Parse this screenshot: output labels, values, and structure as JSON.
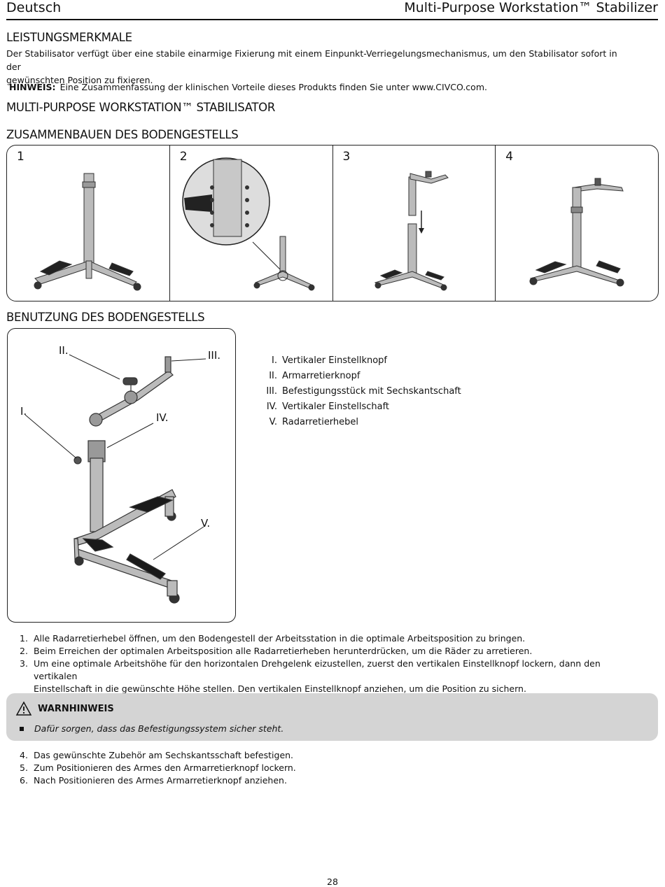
{
  "header": {
    "language": "Deutsch",
    "title": "Multi-Purpose Workstation™ Stabilizer"
  },
  "features": {
    "heading": "LEISTUNGSMERKMALE",
    "text_line1": "Der Stabilisator verfügt über eine stabile einarmige Fixierung mit einem Einpunkt-Verriegelungsmechanismus, um den Stabilisator sofort in der",
    "text_line2": "gewünschten Position zu fixieren.",
    "note_label": "HINWEIS:",
    "note_text": "Eine Zusammenfassung der klinischen Vorteile dieses Produkts finden Sie unter www.CIVCO.com."
  },
  "product_heading": "MULTI-PURPOSE WORKSTATION™ STABILISATOR",
  "assembly": {
    "heading": "ZUSAMMENBAUEN DES BODENGESTELLS",
    "steps": [
      "1",
      "2",
      "3",
      "4"
    ]
  },
  "usage": {
    "heading": "BENUTZUNG DES BODENGESTELLS",
    "callouts": {
      "c1": "I.",
      "c2": "II.",
      "c3": "III.",
      "c4": "IV.",
      "c5": "V."
    },
    "legend": [
      {
        "num": "I.",
        "text": "Vertikaler Einstellknopf"
      },
      {
        "num": "II.",
        "text": "Armarretierknopf"
      },
      {
        "num": "III.",
        "text": "Befestigungsstück mit Sechskantschaft"
      },
      {
        "num": "IV.",
        "text": "Vertikaler Einstellschaft"
      },
      {
        "num": "V.",
        "text": "Radarretierhebel"
      }
    ]
  },
  "instructions_a": [
    {
      "num": "1.",
      "line1": "Alle Radarretierhebel öffnen, um den Bodengestell der Arbeitsstation in die optimale Arbeitsposition zu bringen.",
      "line2": ""
    },
    {
      "num": "2.",
      "line1": "Beim Erreichen der optimalen Arbeitsposition alle Radarretierheben herunterdrücken, um die Räder zu arretieren.",
      "line2": ""
    },
    {
      "num": "3.",
      "line1": "Um eine optimale Arbeitshöhe für den horizontalen Drehgelenk eizustellen, zuerst den vertikalen Einstellknopf lockern, dann den vertikalen",
      "line2": "Einstellschaft in die gewünschte Höhe stellen. Den vertikalen Einstellknopf anziehen, um die Position zu sichern."
    }
  ],
  "warning": {
    "title": "WARNHINWEIS",
    "item": "Dafür sorgen, dass das Befestigungssystem sicher steht."
  },
  "instructions_b": [
    {
      "num": "4.",
      "text": "Das gewünschte Zubehör am Sechskantsschaft befestigen."
    },
    {
      "num": "5.",
      "text": "Zum Positionieren des Armes den Armarretierknopf lockern."
    },
    {
      "num": "6.",
      "text": "Nach Positionieren des Armes Armarretierknopf anziehen."
    }
  ],
  "page_number": "28",
  "icons": {
    "warning": "warning-triangle-icon"
  }
}
